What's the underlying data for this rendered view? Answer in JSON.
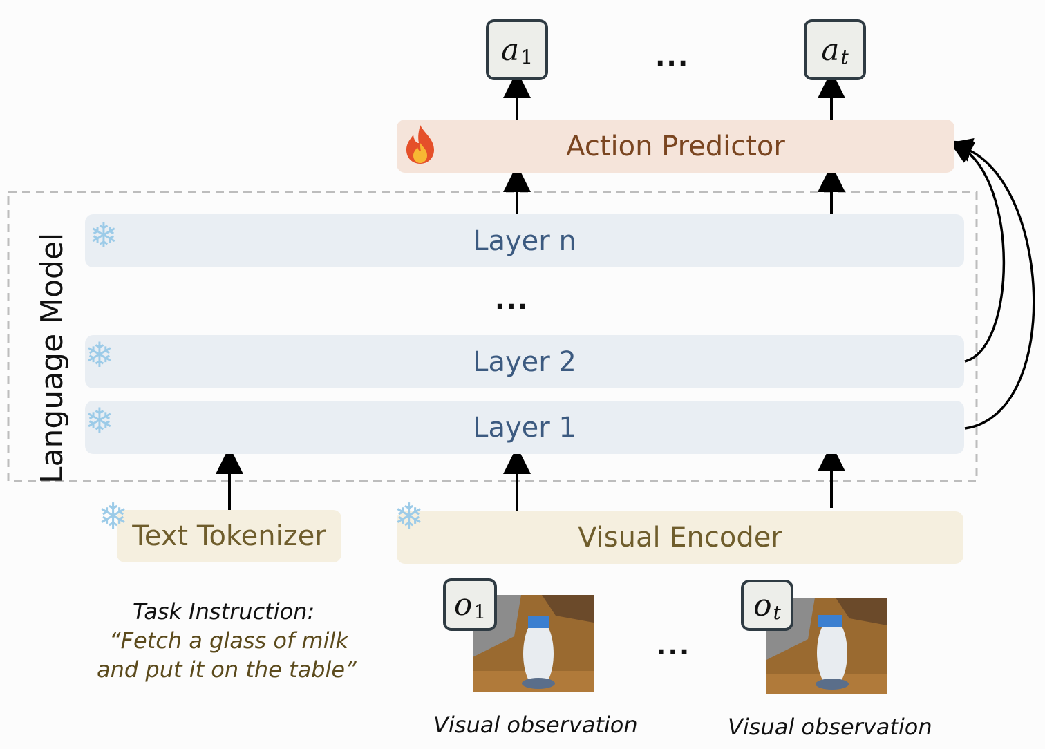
{
  "outputs": {
    "a1": {
      "base": "a",
      "sub": "1"
    },
    "at": {
      "base": "a",
      "sub": "t"
    },
    "dots": "..."
  },
  "action_predictor": {
    "label": "Action Predictor",
    "icon": "fire-icon"
  },
  "language_model": {
    "label": "Language Model",
    "layers": [
      {
        "label": "Layer n",
        "icon": "snowflake-icon"
      },
      {
        "label": "Layer 2",
        "icon": "snowflake-icon"
      },
      {
        "label": "Layer 1",
        "icon": "snowflake-icon"
      }
    ],
    "dots": "..."
  },
  "text_tokenizer": {
    "label": "Text Tokenizer",
    "icon": "snowflake-icon"
  },
  "visual_encoder": {
    "label": "Visual Encoder",
    "icon": "snowflake-icon"
  },
  "task_instruction": {
    "title": "Task Instruction:",
    "line1": "“Fetch a glass of milk",
    "line2": "and put it on the table”"
  },
  "observations": {
    "o1": {
      "base": "o",
      "sub": "1",
      "caption": "Visual observation"
    },
    "ot": {
      "base": "o",
      "sub": "t",
      "caption": "Visual observation"
    },
    "dots": "..."
  },
  "colors": {
    "layer_bg": "#e9eef3",
    "layer_text": "#3c5a80",
    "predictor_bg": "#f5e4da",
    "predictor_text": "#7a4520",
    "encoder_bg": "#f5efdf",
    "encoder_text": "#6f5d2c",
    "instruction_quote": "#5b4a1c",
    "snowflake": "#9ccbe8",
    "dashed_border": "#bdbdbd"
  }
}
